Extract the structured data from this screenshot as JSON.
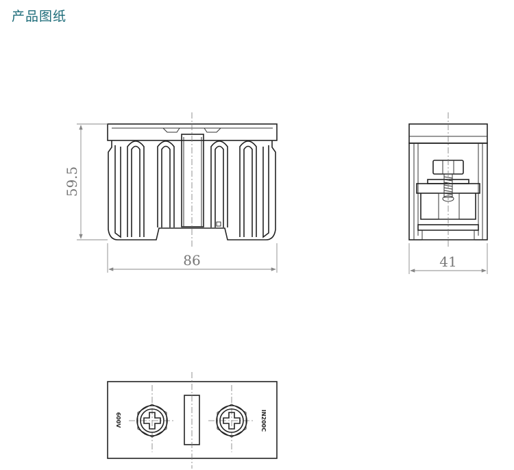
{
  "header": {
    "title": "产品图纸"
  },
  "dimensions": {
    "height": "59.5",
    "width_front": "86",
    "width_side": "41"
  },
  "plate_labels": {
    "voltage": "600V",
    "current": "IN200C"
  },
  "colors": {
    "title": "#1b6b78",
    "line": "#222222",
    "dim": "#888888"
  }
}
